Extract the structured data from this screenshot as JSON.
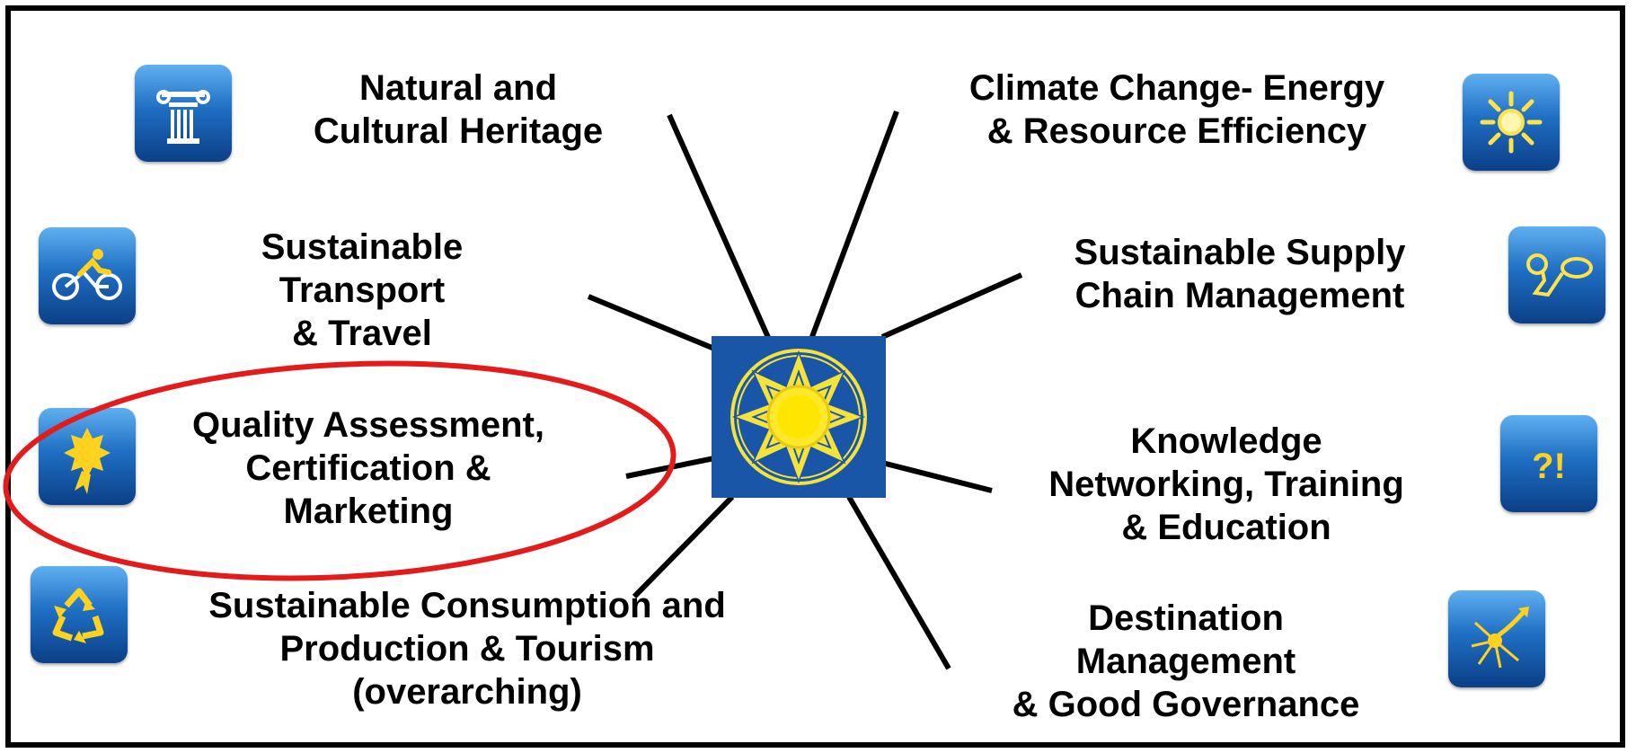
{
  "topics": {
    "heritage": [
      "Natural and",
      "Cultural Heritage"
    ],
    "climate": [
      "Climate Change- Energy",
      "& Resource Efficiency"
    ],
    "transport": [
      "Sustainable",
      "Transport",
      "& Travel"
    ],
    "supply": [
      "Sustainable Supply",
      "Chain Management"
    ],
    "quality": [
      "Quality Assessment,",
      "Certification &",
      "Marketing"
    ],
    "knowledge": [
      "Knowledge",
      "Networking, Training",
      "& Education"
    ],
    "consumption": [
      "Sustainable Consumption and",
      "Production & Tourism",
      "(overarching)"
    ],
    "destination": [
      "Destination",
      "Management",
      "& Good Governance"
    ]
  },
  "icons": {
    "heritage": "column-icon",
    "climate": "sun-icon",
    "transport": "cyclist-icon",
    "supply": "chain-link-icon",
    "quality": "award-rosette-icon",
    "knowledge": "question-exclamation-icon",
    "consumption": "recycle-icon",
    "destination": "arrows-network-icon"
  },
  "knowledge_icon_text": "?!",
  "colors": {
    "icon_blue": "#1f6fc4",
    "hub_blue": "#1a56a8",
    "hub_star": "#f5e23a",
    "highlight": "#e31b1b"
  },
  "highlighted_topic": "quality"
}
